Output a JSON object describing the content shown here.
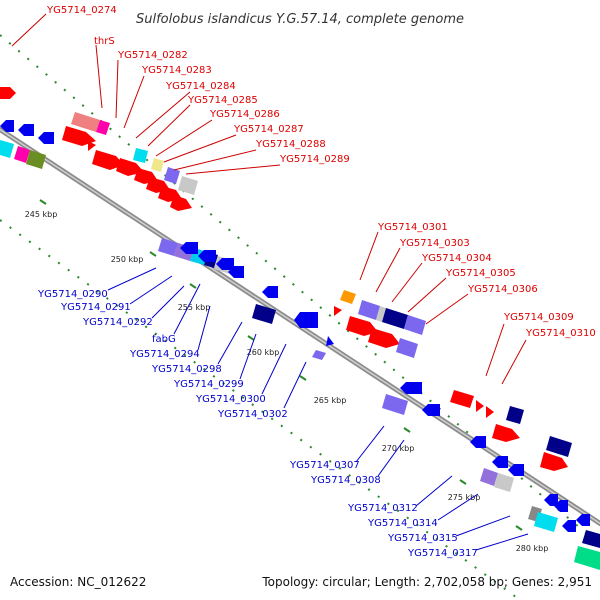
{
  "title": "Sulfolobus islandicus Y.G.57.14, complete genome",
  "footer": {
    "accession": "Accession: NC_012622",
    "summary": "Topology: circular; Length: 2,702,058 bp; Genes: 2,951"
  },
  "colors": {
    "forward_label": "#dd0000",
    "reverse_label": "#0000cc",
    "forward_gene": "#ff0000",
    "reverse_gene": "#0000ee",
    "backbone": "#8c8c8c",
    "tick": "#2a8a2a",
    "pointer": "#cc0000",
    "pointer_rev": "#0000cc"
  },
  "ticks": [
    "245 kbp",
    "250 kbp",
    "255 kbp",
    "260 kbp",
    "265 kbp",
    "270 kbp",
    "275 kbp",
    "280 kbp"
  ],
  "forward_labels": [
    "YG5714_0274",
    "thrS",
    "YG5714_0282",
    "YG5714_0283",
    "YG5714_0284",
    "YG5714_0285",
    "YG5714_0286",
    "YG5714_0287",
    "YG5714_0288",
    "YG5714_0289",
    "YG5714_0301",
    "YG5714_0303",
    "YG5714_0304",
    "YG5714_0305",
    "YG5714_0306",
    "YG5714_0309",
    "YG5714_0310"
  ],
  "reverse_labels": [
    "YG5714_0290",
    "YG5714_0291",
    "YG5714_0292",
    "fabG",
    "YG5714_0294",
    "YG5714_0298",
    "YG5714_0299",
    "YG5714_0300",
    "YG5714_0302",
    "YG5714_0307",
    "YG5714_0308",
    "YG5714_0312",
    "YG5714_0314",
    "YG5714_0315",
    "YG5714_0317"
  ]
}
